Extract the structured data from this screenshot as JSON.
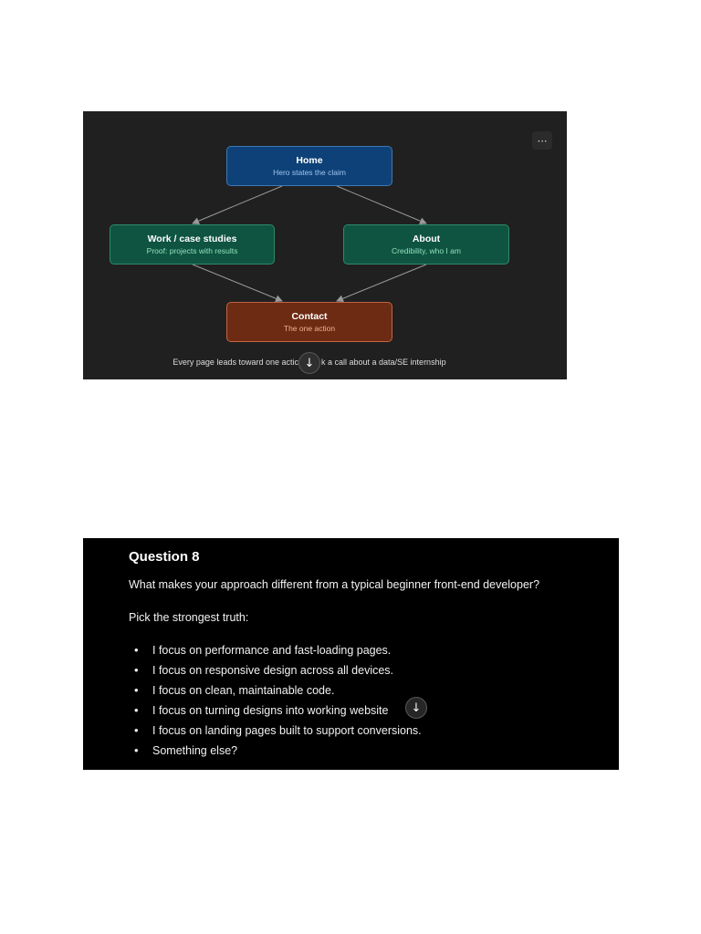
{
  "diagram": {
    "nodes": {
      "home": {
        "title": "Home",
        "subtitle": "Hero states the claim"
      },
      "work": {
        "title": "Work / case studies",
        "subtitle": "Proof: projects with results"
      },
      "about": {
        "title": "About",
        "subtitle": "Credibility, who I am"
      },
      "contact": {
        "title": "Contact",
        "subtitle": "The one action"
      }
    },
    "caption": "Every page leads toward one actic          k a call about a data/SE internship",
    "more_icon": "⋯",
    "scroll_icon": "↓",
    "colors": {
      "background": "#202020",
      "home": "#0e4178",
      "work": "#0f5440",
      "about": "#0f5440",
      "contact": "#6e2b14"
    }
  },
  "question": {
    "title": "Question 8",
    "text": "What makes your approach different from a typical beginner front-end developer?",
    "prompt": "Pick the strongest truth:",
    "options": [
      "I focus on performance and fast-loading pages.",
      "I focus on responsive design across all devices.",
      "I focus on clean, maintainable code.",
      "I focus on turning designs into working website",
      "I focus on landing pages built to support conversions.",
      "Something else?"
    ],
    "scroll_icon": "↓"
  }
}
